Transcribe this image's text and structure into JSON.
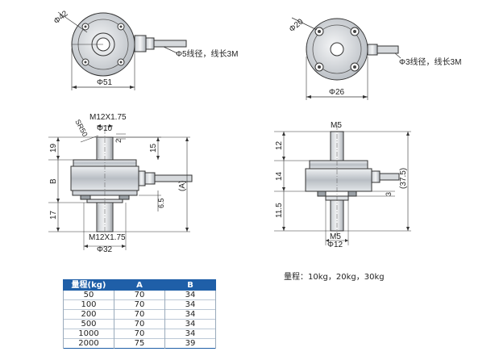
{
  "top_left": {
    "phi42": "Φ42",
    "phi51": "Φ51",
    "cable": "Φ5线径，线长3M"
  },
  "top_right": {
    "phi20": "Φ20",
    "phi26": "Φ26",
    "cable": "Φ3线径，线长3M"
  },
  "side_left": {
    "thread_top": "M12X1.75",
    "phi10": "Φ10",
    "sr50": "SR50",
    "dim_2": "2",
    "dim_15": "15",
    "dim_19": "19",
    "dim_B": "B",
    "dim_A": "(A)",
    "dim_65": "6.5",
    "dim_17": "17",
    "thread_bottom": "M12X1.75",
    "phi32": "Φ32"
  },
  "side_right": {
    "thread_top": "M5",
    "dim_12": "12",
    "dim_14": "14",
    "dim_115": "11.5",
    "dim_3": "3",
    "dim_375": "(37.5)",
    "thread_bottom": "M5",
    "phi12": "Φ12"
  },
  "range_note": "量程：10kg，20kg，30kg",
  "spec_table": {
    "headers": [
      "量程(kg)",
      "A",
      "B"
    ],
    "rows": [
      [
        "50",
        "70",
        "34"
      ],
      [
        "100",
        "70",
        "34"
      ],
      [
        "200",
        "70",
        "34"
      ],
      [
        "500",
        "70",
        "34"
      ],
      [
        "1000",
        "70",
        "34"
      ],
      [
        "2000",
        "75",
        "39"
      ]
    ]
  },
  "colors": {
    "table_header": "#1f5fa8",
    "body_gray": "#c9ced3",
    "line": "#333333"
  }
}
